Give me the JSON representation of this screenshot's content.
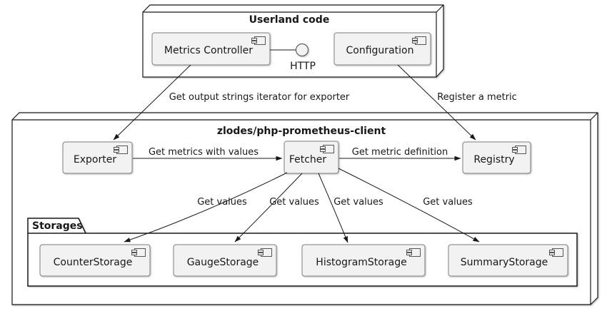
{
  "packages": {
    "userland": {
      "title": "Userland code"
    },
    "client": {
      "title": "zlodes/php-prometheus-client"
    },
    "storages": {
      "title": "Storages"
    }
  },
  "components": {
    "metrics_controller": {
      "label": "Metrics Controller"
    },
    "configuration": {
      "label": "Configuration"
    },
    "exporter": {
      "label": "Exporter"
    },
    "fetcher": {
      "label": "Fetcher"
    },
    "registry": {
      "label": "Registry"
    },
    "counter_storage": {
      "label": "CounterStorage"
    },
    "gauge_storage": {
      "label": "GaugeStorage"
    },
    "histogram_storage": {
      "label": "HistogramStorage"
    },
    "summary_storage": {
      "label": "SummaryStorage"
    }
  },
  "interface_http": {
    "label": "HTTP"
  },
  "edges": [
    {
      "from": "Metrics Controller",
      "to": "Exporter",
      "label": "Get output strings iterator for exporter"
    },
    {
      "from": "Configuration",
      "to": "Registry",
      "label": "Register a metric"
    },
    {
      "from": "Exporter",
      "to": "Fetcher",
      "label": "Get metrics with values"
    },
    {
      "from": "Fetcher",
      "to": "Registry",
      "label": "Get metric definition"
    },
    {
      "from": "Fetcher",
      "to": "CounterStorage",
      "label": "Get values"
    },
    {
      "from": "Fetcher",
      "to": "GaugeStorage",
      "label": "Get values"
    },
    {
      "from": "Fetcher",
      "to": "HistogramStorage",
      "label": "Get values"
    },
    {
      "from": "Fetcher",
      "to": "SummaryStorage",
      "label": "Get values"
    }
  ],
  "colors": {
    "background": "#ffffff",
    "shape_fill": "#f2f2f2",
    "component_border": "#808080",
    "package_border": "#181818",
    "line": "#181818",
    "text": "#181818"
  }
}
